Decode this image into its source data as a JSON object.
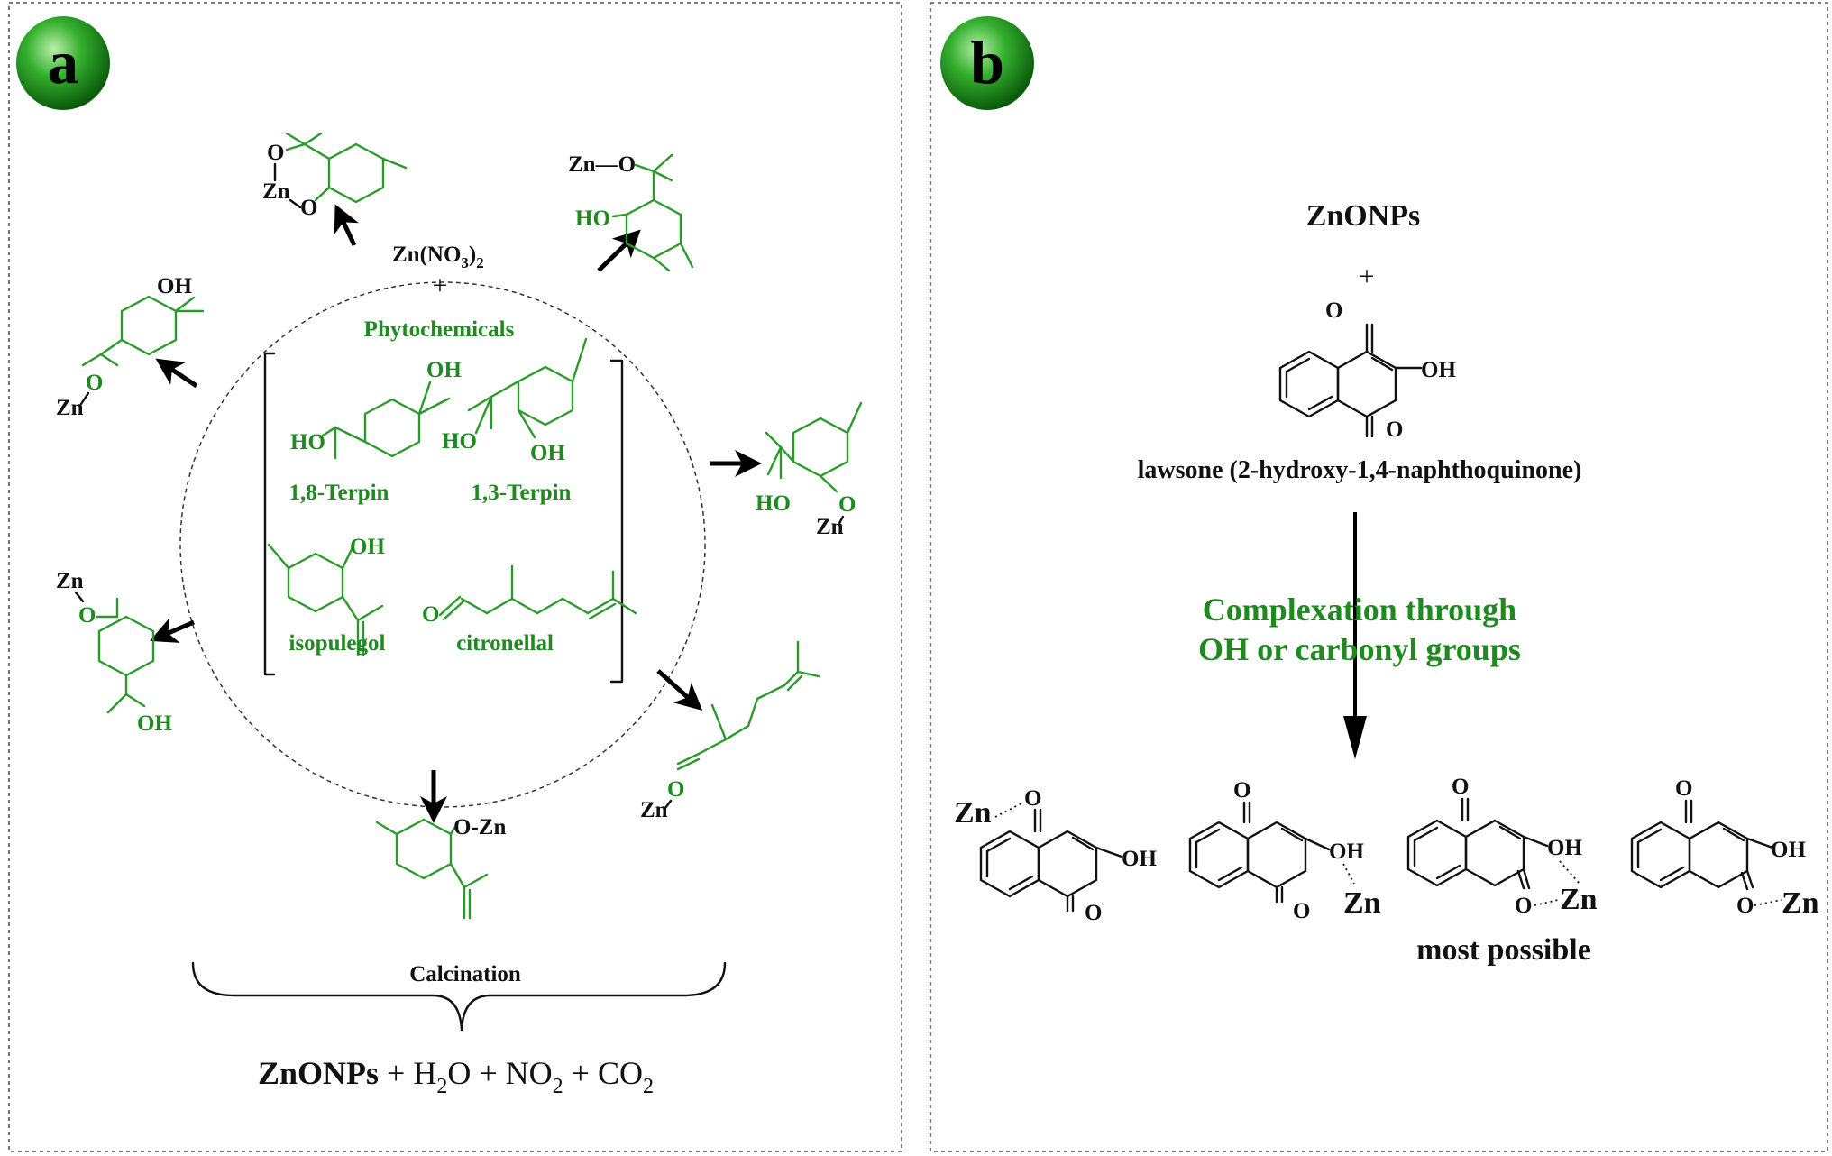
{
  "panel_a": {
    "badge": "a",
    "reagent": "Zn(NO",
    "reagent_sub3": "3",
    "reagent_close": ")",
    "reagent_sub2": "2",
    "plus": "+",
    "phytochemicals": "Phytochemicals",
    "compounds": {
      "c1": "1,8-Terpin",
      "c2": "1,3-Terpin",
      "c3": "isopulegol",
      "c4": "citronellal"
    },
    "atoms": {
      "zn": "Zn",
      "o": "O",
      "oh": "OH",
      "ho": "HO",
      "o_zn": "O-Zn",
      "zn_o": "Zn—O"
    },
    "calcination": "Calcination",
    "products": {
      "zno": "ZnONPs",
      "plus": "+",
      "h2o_a": "H",
      "h2o_sub": "2",
      "h2o_b": "O",
      "no2_a": "NO",
      "no2_sub": "2",
      "co2_a": "CO",
      "co2_sub": "2"
    }
  },
  "panel_b": {
    "badge": "b",
    "zno": "ZnONPs",
    "plus": "+",
    "lawsone": "lawsone (2-hydroxy-1,4-naphthoquinone)",
    "complexation_line1": "Complexation through",
    "complexation_line2": "OH or carbonyl groups",
    "most_possible": "most possible",
    "atoms": {
      "o": "O",
      "oh": "OH",
      "zn": "Zn"
    }
  },
  "colors": {
    "green_text": "#1f8a1f",
    "green_bond": "#2a9a2a",
    "black": "#111111"
  }
}
